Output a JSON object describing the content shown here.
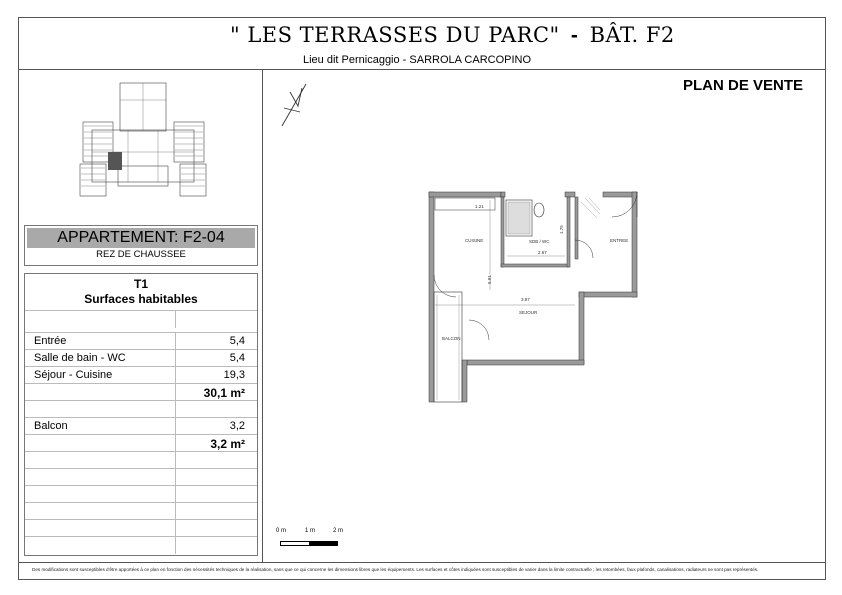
{
  "header": {
    "title": "\" LES TERRASSES DU PARC\"",
    "title_sep": "-",
    "building": "BÂT. F2",
    "location": "Lieu dit Pernicaggio - SARROLA CARCOPINO",
    "plan_label": "PLAN DE VENTE"
  },
  "apartment": {
    "name": "APPARTEMENT: F2-04",
    "level": "REZ DE CHAUSSEE",
    "type": "T1",
    "section_title": "Surfaces habitables"
  },
  "surfaces": [
    {
      "label": "Entrée",
      "value": "5,4"
    },
    {
      "label": "Salle de bain - WC",
      "value": "5,4"
    },
    {
      "label": "Séjour - Cuisine",
      "value": "19,3"
    }
  ],
  "surfaces_total": "30,1 m²",
  "exterior": [
    {
      "label": "Balcon",
      "value": "3,2"
    }
  ],
  "exterior_total": "3,2 m²",
  "floorplan": {
    "rooms": {
      "cuisine": "CUISINE",
      "bathroom": "SDB / WC",
      "entry": "ENTREE",
      "living": "SEJOUR",
      "balcony": "BALCON"
    },
    "dimensions": {
      "d1": "2.67",
      "d2": "3.97",
      "d3": "5.91",
      "d4": "1.21",
      "d5": "1.75"
    }
  },
  "scale": {
    "labels": [
      "0 m",
      "1 m",
      "2 m"
    ]
  },
  "footer": {
    "disclaimer": "Des modifications sont susceptibles d'être apportées à ce plan en fonction des nécessités techniques de la réalisation, sans que ce qui concerne les dimensions libres que les équipements. Les surfaces et côtes indiquées sont susceptibles de varier dans la limite contractuelle ; les retombées, faux plafonds, canalisations, radiateurs ne sont pas représentés."
  }
}
